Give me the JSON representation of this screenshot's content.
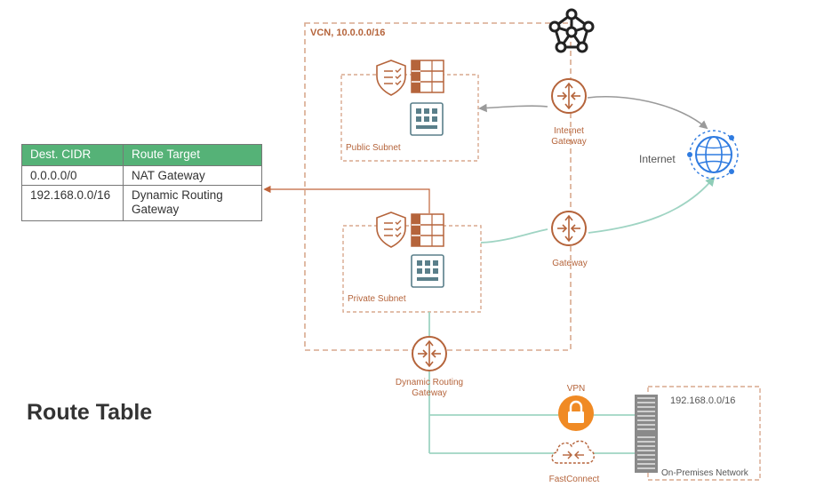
{
  "vcn": {
    "label": "VCN, 10.0.0.0/16"
  },
  "subnets": {
    "public": "Public Subnet",
    "private": "Private Subnet"
  },
  "gateways": {
    "internet": [
      "Internet",
      "Gateway"
    ],
    "nat": "Gateway",
    "drg": [
      "Dynamic Routing",
      "Gateway"
    ]
  },
  "internet": {
    "label": "Internet"
  },
  "vpn": {
    "label": "VPN"
  },
  "fastconnect": {
    "label": "FastConnect"
  },
  "on_prem": {
    "cidr": "192.168.0.0/16",
    "label": "On-Premises Network"
  },
  "route_table": {
    "title": "Route Table",
    "headers": [
      "Dest. CIDR",
      "Route Target"
    ],
    "rows": [
      [
        "0.0.0.0/0",
        "NAT Gateway"
      ],
      [
        "192.168.0.0/16",
        "Dynamic Routing Gateway"
      ]
    ]
  },
  "colors": {
    "oracle_orange": "#b5643b",
    "dashed_box": "#d9a98e",
    "teal_line": "#9fd4c3",
    "gray_line": "#9a9a9a",
    "table_header": "#55b277",
    "vpn_orange": "#f08a24",
    "globe_blue": "#2f7be0"
  },
  "icons": [
    "service-network-icon",
    "security-list-icon",
    "route-table-icon",
    "instance-icon",
    "router-icon",
    "globe-icon",
    "lock-icon",
    "cloud-icon",
    "server-rack-icon"
  ]
}
